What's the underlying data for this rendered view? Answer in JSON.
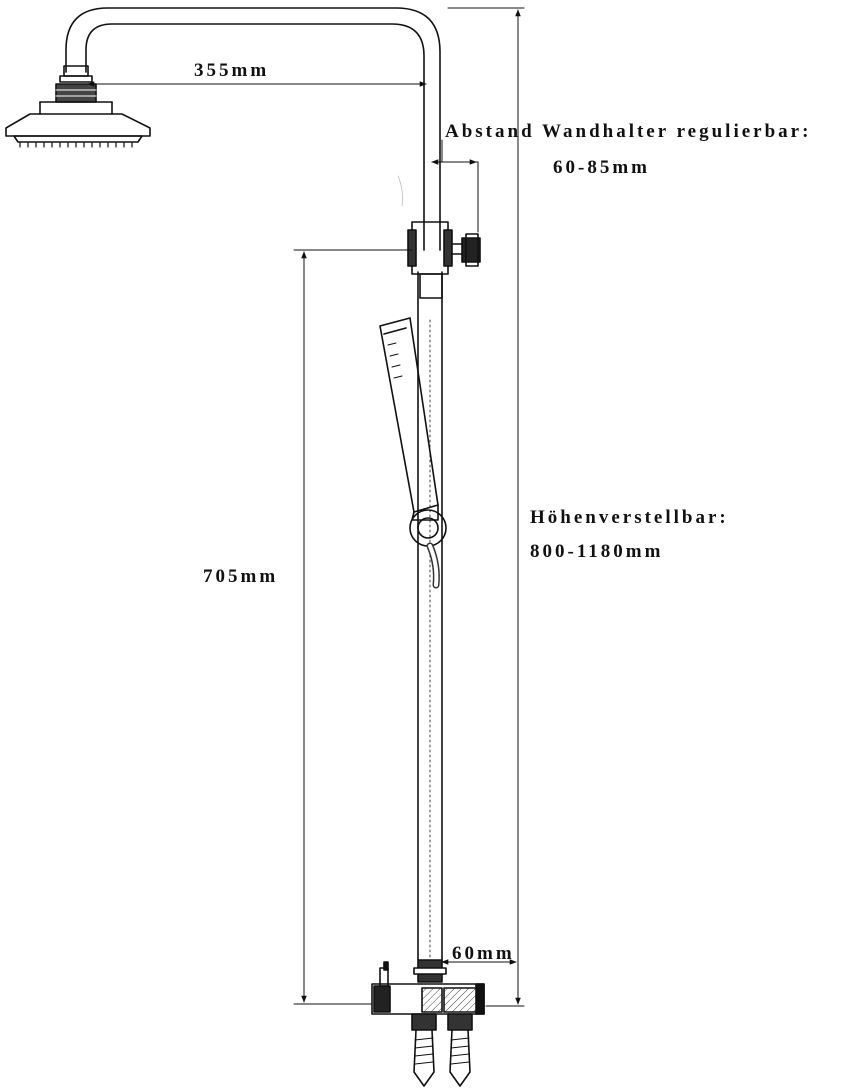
{
  "labels": {
    "arm_length": "355mm",
    "bracket_title": "Abstand Wandhalter regulierbar:",
    "bracket_range": "60-85mm",
    "height_title": "Höhenverstellbar:",
    "height_range": "800-1180mm",
    "lower_height": "705mm",
    "mixer_spacing": "60mm"
  },
  "colors": {
    "line": "#111111",
    "background": "#ffffff"
  }
}
